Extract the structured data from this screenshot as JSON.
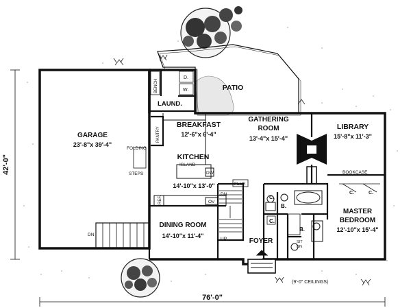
{
  "plan": {
    "rooms": {
      "patio": {
        "name": "PATIO"
      },
      "garage": {
        "name": "GARAGE",
        "size": "23'-8\"x 39'-4\""
      },
      "laundry": {
        "name": "LAUND."
      },
      "breakfast": {
        "name": "BREAKFAST",
        "size": "12'-6\"x 6'-4\""
      },
      "gathering": {
        "name": "GATHERING ROOM",
        "size": "13'-4\"x 15'-4\""
      },
      "library": {
        "name": "LIBRARY",
        "size": "15'-8\"x 11'-3\""
      },
      "kitchen": {
        "name": "KITCHEN",
        "size": "14'-10\"x 13'-0\""
      },
      "dining": {
        "name": "DINING ROOM",
        "size": "14'-10\"x 11'-4\""
      },
      "master": {
        "name": "MASTER BEDROOM",
        "size": "12'-10\"x 15'-4\""
      },
      "foyer": {
        "name": "FOYER"
      }
    },
    "labels": {
      "bench": "BENCH",
      "dryer": "D.",
      "washer": "W.",
      "pantry": "PANTRY",
      "folding": "FOLDING",
      "steps": "STEPS",
      "island": "ISLAND",
      "dishwasher": "DW",
      "refrigerator": "REF.",
      "oven": "OV",
      "flue": "FLUE",
      "stair_down": "DN",
      "stair_up": "UP",
      "garage_down": "DN",
      "bath_1": "B.",
      "bath_2": "B.",
      "closet_1": "C.",
      "closet_2": "C.",
      "closet_3": "C.",
      "closet_4": "C.",
      "bookcase": "BOOKCASE",
      "seat_1": "SIT",
      "seat_2": "DN"
    },
    "dimensions": {
      "width": "76'-0\"",
      "depth": "42'-0\""
    },
    "note": "(9'-0\" CEILINGS)"
  }
}
